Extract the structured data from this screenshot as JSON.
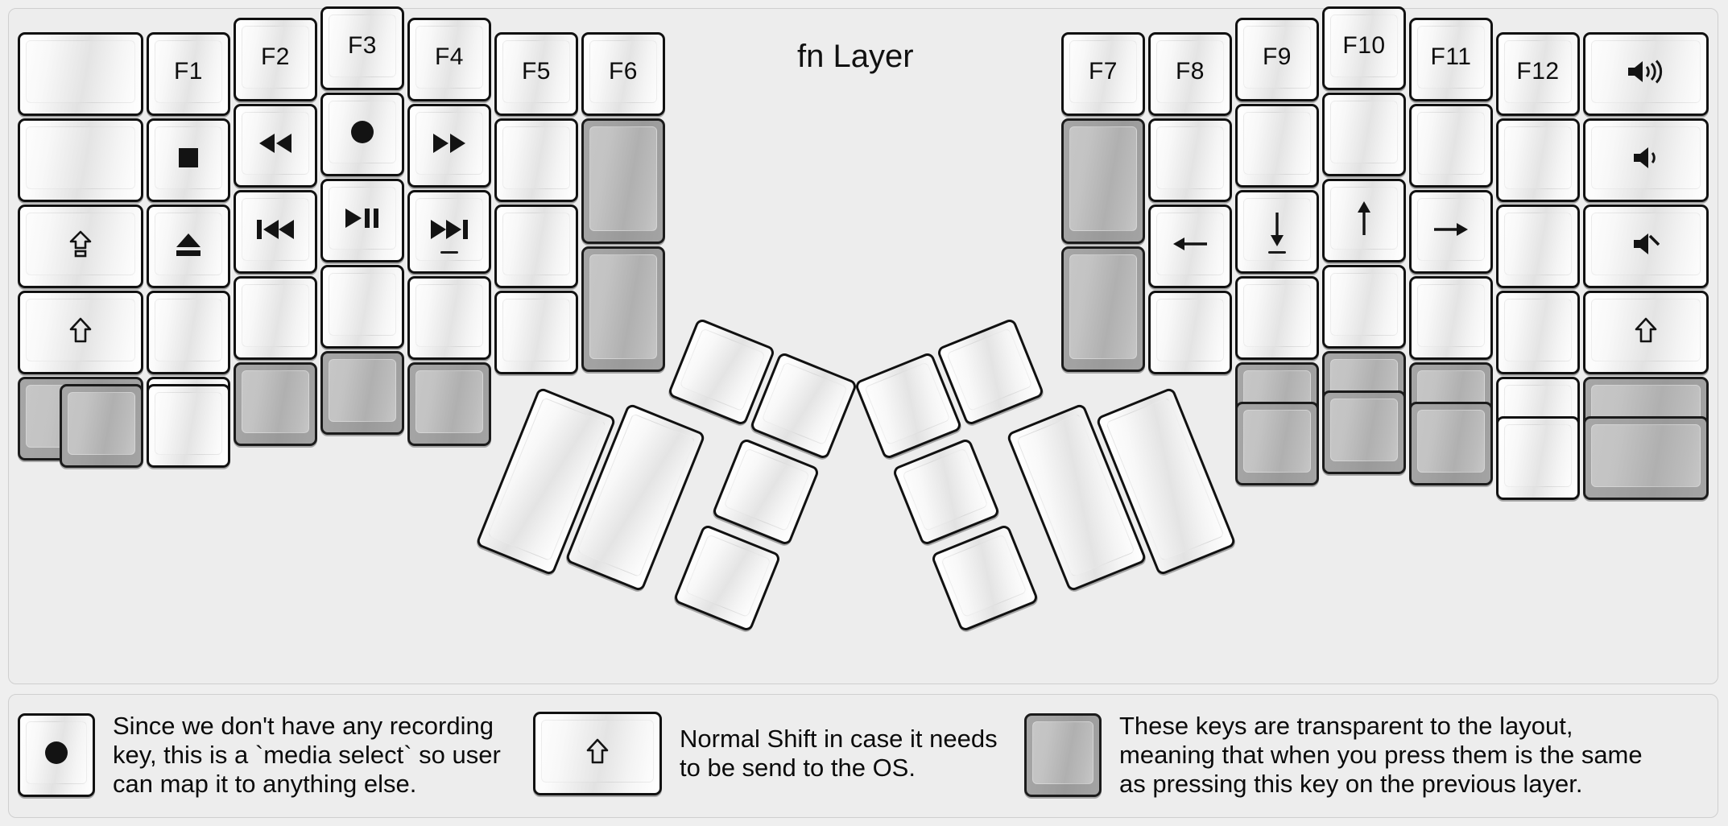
{
  "title": "fn Layer",
  "colors": {
    "background": "#efefef",
    "panel": "#ededed",
    "key_border": "#111111",
    "transparent_key": "#a6a6a6",
    "legend_text": "#0b0b0b"
  },
  "keyboard": {
    "left_half": {
      "columns": [
        {
          "name": "col-outer",
          "keys": [
            {
              "label": "",
              "icon": "blank",
              "state": "normal"
            },
            {
              "label": "",
              "icon": "blank",
              "state": "normal"
            },
            {
              "label": "⇧",
              "icon": "caps-lock-icon",
              "state": "normal"
            },
            {
              "label": "⇧",
              "icon": "shift-icon",
              "state": "normal"
            },
            {
              "label": "",
              "icon": "blank",
              "state": "transparent"
            }
          ]
        },
        {
          "name": "col-f1",
          "keys": [
            {
              "label": "F1",
              "icon": "text",
              "state": "normal"
            },
            {
              "label": "",
              "icon": "media-stop-icon",
              "state": "normal"
            },
            {
              "label": "",
              "icon": "media-eject-icon",
              "state": "normal"
            },
            {
              "label": "",
              "icon": "blank",
              "state": "normal"
            },
            {
              "label": "",
              "icon": "blank",
              "state": "normal"
            }
          ]
        },
        {
          "name": "col-f2",
          "keys": [
            {
              "label": "F2",
              "icon": "text",
              "state": "normal"
            },
            {
              "label": "",
              "icon": "media-rewind-icon",
              "state": "normal"
            },
            {
              "label": "",
              "icon": "media-prev-track-icon",
              "state": "normal"
            },
            {
              "label": "",
              "icon": "blank",
              "state": "normal"
            },
            {
              "label": "",
              "icon": "blank",
              "state": "transparent"
            }
          ]
        },
        {
          "name": "col-f3",
          "keys": [
            {
              "label": "F3",
              "icon": "text",
              "state": "normal"
            },
            {
              "label": "",
              "icon": "media-record-icon",
              "state": "normal"
            },
            {
              "label": "",
              "icon": "media-play-pause-icon",
              "state": "normal"
            },
            {
              "label": "",
              "icon": "blank",
              "state": "normal"
            },
            {
              "label": "",
              "icon": "blank",
              "state": "transparent"
            }
          ]
        },
        {
          "name": "col-f4",
          "keys": [
            {
              "label": "F4",
              "icon": "text",
              "state": "normal"
            },
            {
              "label": "",
              "icon": "media-fast-forward-icon",
              "state": "normal"
            },
            {
              "label": "",
              "icon": "media-next-track-icon",
              "state": "normal",
              "homing": true
            },
            {
              "label": "",
              "icon": "blank",
              "state": "normal"
            },
            {
              "label": "",
              "icon": "blank",
              "state": "transparent"
            }
          ]
        },
        {
          "name": "col-f5",
          "keys": [
            {
              "label": "F5",
              "icon": "text",
              "state": "normal"
            },
            {
              "label": "",
              "icon": "blank",
              "state": "normal"
            },
            {
              "label": "",
              "icon": "blank",
              "state": "normal"
            },
            {
              "label": "",
              "icon": "blank",
              "state": "normal"
            }
          ]
        },
        {
          "name": "col-f6",
          "keys": [
            {
              "label": "F6",
              "icon": "text",
              "state": "normal"
            },
            {
              "label": "",
              "icon": "blank",
              "state": "transparent",
              "tall": true
            },
            {
              "label": "",
              "icon": "blank",
              "state": "transparent",
              "tall": true
            }
          ]
        }
      ],
      "thumb_cluster": [
        {
          "name": "thumb-l-big-1",
          "icon": "blank",
          "state": "normal",
          "size": "2u"
        },
        {
          "name": "thumb-l-big-2",
          "icon": "blank",
          "state": "normal",
          "size": "2u"
        },
        {
          "name": "thumb-l-1",
          "icon": "blank",
          "state": "normal",
          "size": "1u"
        },
        {
          "name": "thumb-l-2",
          "icon": "blank",
          "state": "normal",
          "size": "1u"
        },
        {
          "name": "thumb-l-3",
          "icon": "blank",
          "state": "normal",
          "size": "1u"
        },
        {
          "name": "thumb-l-4",
          "icon": "blank",
          "state": "normal",
          "size": "1u"
        }
      ]
    },
    "right_half": {
      "columns": [
        {
          "name": "col-f7",
          "keys": [
            {
              "label": "F7",
              "icon": "text",
              "state": "normal"
            },
            {
              "label": "",
              "icon": "blank",
              "state": "transparent",
              "tall": true
            },
            {
              "label": "",
              "icon": "blank",
              "state": "transparent",
              "tall": true
            }
          ]
        },
        {
          "name": "col-f8",
          "keys": [
            {
              "label": "F8",
              "icon": "text",
              "state": "normal"
            },
            {
              "label": "",
              "icon": "blank",
              "state": "normal"
            },
            {
              "label": "←",
              "icon": "arrow-left-icon",
              "state": "normal"
            },
            {
              "label": "",
              "icon": "blank",
              "state": "normal"
            }
          ]
        },
        {
          "name": "col-f9",
          "keys": [
            {
              "label": "F9",
              "icon": "text",
              "state": "normal"
            },
            {
              "label": "",
              "icon": "blank",
              "state": "normal"
            },
            {
              "label": "↓",
              "icon": "arrow-down-icon",
              "state": "normal",
              "homing": true
            },
            {
              "label": "",
              "icon": "blank",
              "state": "normal"
            },
            {
              "label": "",
              "icon": "blank",
              "state": "transparent"
            }
          ]
        },
        {
          "name": "col-f10",
          "keys": [
            {
              "label": "F10",
              "icon": "text",
              "state": "normal"
            },
            {
              "label": "",
              "icon": "blank",
              "state": "normal"
            },
            {
              "label": "↑",
              "icon": "arrow-up-icon",
              "state": "normal"
            },
            {
              "label": "",
              "icon": "blank",
              "state": "normal"
            },
            {
              "label": "",
              "icon": "blank",
              "state": "transparent"
            }
          ]
        },
        {
          "name": "col-f11",
          "keys": [
            {
              "label": "F11",
              "icon": "text",
              "state": "normal"
            },
            {
              "label": "",
              "icon": "blank",
              "state": "normal"
            },
            {
              "label": "→",
              "icon": "arrow-right-icon",
              "state": "normal"
            },
            {
              "label": "",
              "icon": "blank",
              "state": "normal"
            },
            {
              "label": "",
              "icon": "blank",
              "state": "transparent"
            }
          ]
        },
        {
          "name": "col-f12",
          "keys": [
            {
              "label": "F12",
              "icon": "text",
              "state": "normal"
            },
            {
              "label": "",
              "icon": "blank",
              "state": "normal"
            },
            {
              "label": "",
              "icon": "blank",
              "state": "normal"
            },
            {
              "label": "",
              "icon": "blank",
              "state": "normal"
            },
            {
              "label": "",
              "icon": "blank",
              "state": "normal"
            }
          ]
        },
        {
          "name": "col-outer-right",
          "keys": [
            {
              "label": "",
              "icon": "volume-up-icon",
              "state": "normal"
            },
            {
              "label": "",
              "icon": "volume-down-icon",
              "state": "normal"
            },
            {
              "label": "",
              "icon": "volume-mute-icon",
              "state": "normal"
            },
            {
              "label": "⇧",
              "icon": "shift-icon",
              "state": "normal"
            },
            {
              "label": "",
              "icon": "blank",
              "state": "transparent"
            }
          ]
        }
      ],
      "thumb_cluster": [
        {
          "name": "thumb-r-big-1",
          "icon": "blank",
          "state": "normal",
          "size": "2u"
        },
        {
          "name": "thumb-r-big-2",
          "icon": "blank",
          "state": "normal",
          "size": "2u"
        },
        {
          "name": "thumb-r-1",
          "icon": "blank",
          "state": "normal",
          "size": "1u"
        },
        {
          "name": "thumb-r-2",
          "icon": "blank",
          "state": "normal",
          "size": "1u"
        },
        {
          "name": "thumb-r-3",
          "icon": "blank",
          "state": "normal",
          "size": "1u"
        },
        {
          "name": "thumb-r-4",
          "icon": "blank",
          "state": "normal",
          "size": "1u"
        }
      ]
    }
  },
  "legend": [
    {
      "key_icon": "media-record-icon",
      "key_state": "normal",
      "text": "Since we don't have any recording\nkey, this is a `media select` so user\ncan map it to anything else."
    },
    {
      "key_icon": "shift-icon",
      "key_state": "normal",
      "text": "Normal Shift in case it needs\nto be send to the OS."
    },
    {
      "key_icon": "blank",
      "key_state": "transparent",
      "text": "These keys are transparent to the layout,\nmeaning that when you press them is the same\nas pressing this key on the previous layer."
    }
  ]
}
